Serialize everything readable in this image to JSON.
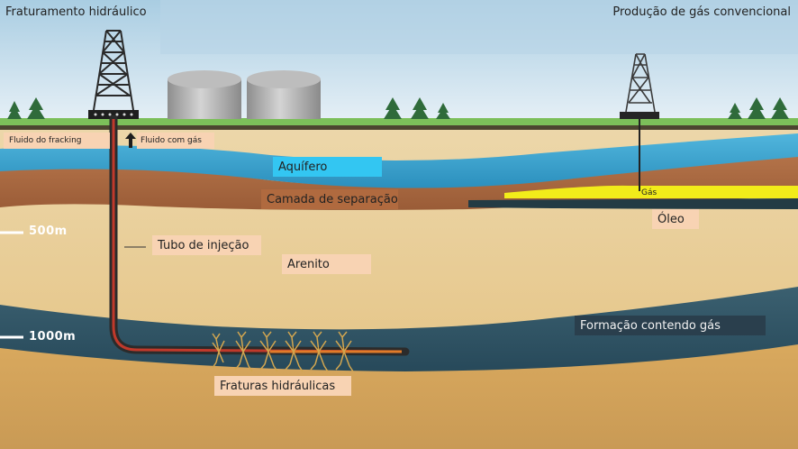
{
  "title_left": "Fraturamento hidráulico",
  "title_right": "Produção de gás convencional",
  "labels": {
    "fluid_down": "Fluido do fracking",
    "fluid_up": "Fluido com gás",
    "aquifer": "Aquífero",
    "separation_layer": "Camada de separação",
    "gas": "Gás",
    "oil": "Óleo",
    "injection_tube": "Tubo de injeção",
    "sandstone": "Arenito",
    "gas_formation": "Formação contendo gás",
    "fractures": "Fraturas hidráulicas"
  },
  "depth_markers": [
    "500m",
    "1000m"
  ],
  "icons": [
    "arrow-down-icon",
    "arrow-up-icon",
    "drilling-rig-icon",
    "storage-tank-icon",
    "pine-tree-icon",
    "fracture-icon"
  ],
  "colors": {
    "sky": "#cfe2ef",
    "grass": "#7cbf5a",
    "aquifer": "#3aa7d6",
    "separation": "#a8673f",
    "sandstone": "#e9c98a",
    "gas_formation": "#2f5566",
    "gas_pocket": "#f2ec1a",
    "label_box": "#f8d3b3",
    "aquifer_box": "#33c6f2"
  }
}
